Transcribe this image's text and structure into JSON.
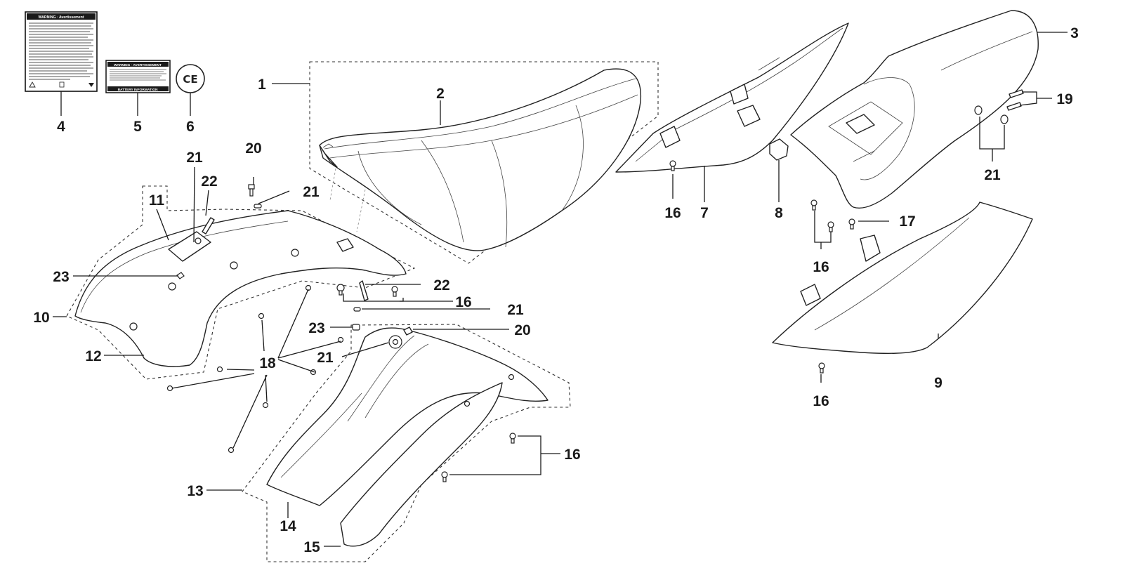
{
  "decals": {
    "warning_label_large_header": "WARNING · Avertissement",
    "warning_label_small_header": "WARNING · AVERTISSEMENT",
    "battery_info_banner": "BATTERY INFORMATION",
    "ce_mark": "CE"
  },
  "callouts": [
    {
      "id": "c1",
      "text": "1"
    },
    {
      "id": "c2",
      "text": "2"
    },
    {
      "id": "c3",
      "text": "3"
    },
    {
      "id": "c4",
      "text": "4"
    },
    {
      "id": "c5",
      "text": "5"
    },
    {
      "id": "c6",
      "text": "6"
    },
    {
      "id": "c7",
      "text": "7"
    },
    {
      "id": "c8",
      "text": "8"
    },
    {
      "id": "c9",
      "text": "9"
    },
    {
      "id": "c10",
      "text": "10"
    },
    {
      "id": "c11",
      "text": "11"
    },
    {
      "id": "c12",
      "text": "12"
    },
    {
      "id": "c13",
      "text": "13"
    },
    {
      "id": "c14",
      "text": "14"
    },
    {
      "id": "c15",
      "text": "15"
    },
    {
      "id": "c16a",
      "text": "16"
    },
    {
      "id": "c16b",
      "text": "16"
    },
    {
      "id": "c16c",
      "text": "16"
    },
    {
      "id": "c16d",
      "text": "16"
    },
    {
      "id": "c16e",
      "text": "16"
    },
    {
      "id": "c17",
      "text": "17"
    },
    {
      "id": "c18",
      "text": "18"
    },
    {
      "id": "c19",
      "text": "19"
    },
    {
      "id": "c20a",
      "text": "20"
    },
    {
      "id": "c20b",
      "text": "20"
    },
    {
      "id": "c21a",
      "text": "21"
    },
    {
      "id": "c21b",
      "text": "21"
    },
    {
      "id": "c21c",
      "text": "21"
    },
    {
      "id": "c21d",
      "text": "21"
    },
    {
      "id": "c21e",
      "text": "21"
    },
    {
      "id": "c22a",
      "text": "22"
    },
    {
      "id": "c22b",
      "text": "22"
    },
    {
      "id": "c23a",
      "text": "23"
    },
    {
      "id": "c23b",
      "text": "23"
    }
  ]
}
